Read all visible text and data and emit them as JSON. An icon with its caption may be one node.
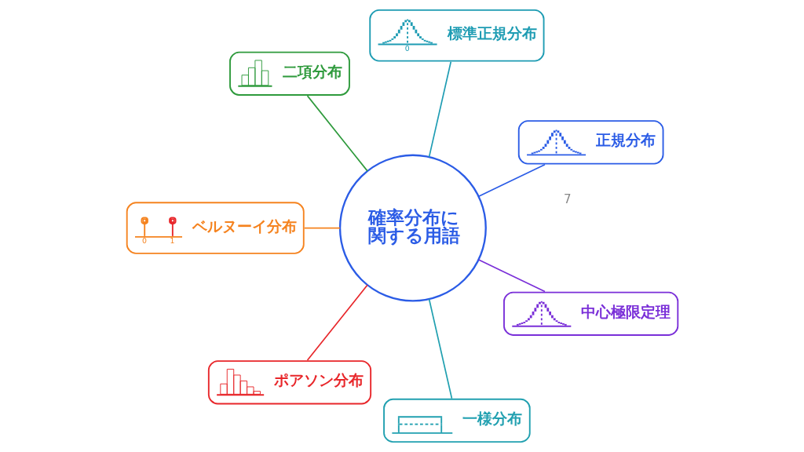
{
  "diagram": {
    "nodes": [
      {
        "text": [
          "確率分布に関する用語"
        ]
      },
      {
        "text": [
          "正規分布"
        ]
      },
      {
        "text": [
          "標準正規分布",
          "0"
        ]
      },
      {
        "text": [
          "二項分布"
        ]
      },
      {
        "text": [
          "ベルヌーイ分布",
          "0",
          "1"
        ]
      },
      {
        "text": [
          "ポアソン分布"
        ]
      },
      {
        "text": [
          "一様分布"
        ]
      },
      {
        "text": [
          "中心極限定理"
        ]
      }
    ],
    "edges": [
      {
        "from": 0,
        "to": 1,
        "arrow": "none",
        "color": "#2b5ce6"
      },
      {
        "from": 0,
        "to": 2,
        "arrow": "none",
        "color": "#1e9cb3"
      },
      {
        "from": 0,
        "to": 3,
        "arrow": "none",
        "color": "#2e9a3c"
      },
      {
        "from": 0,
        "to": 4,
        "arrow": "none",
        "color": "#f5831f"
      },
      {
        "from": 0,
        "to": 5,
        "arrow": "none",
        "color": "#e8262a"
      },
      {
        "from": 0,
        "to": 6,
        "arrow": "none",
        "color": "#21a0b0"
      },
      {
        "from": 0,
        "to": 7,
        "arrow": "none",
        "color": "#7a2fd8"
      }
    ],
    "labels": [
      "7"
    ]
  }
}
